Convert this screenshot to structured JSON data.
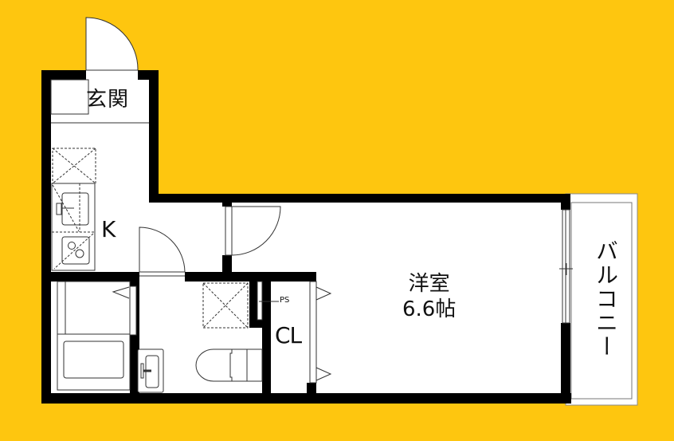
{
  "floorplan": {
    "background_color": "#FEC60F",
    "wall_color": "#000000",
    "floor_color": "#FFFFFF",
    "rooms": {
      "entrance": {
        "label": "玄関"
      },
      "kitchen": {
        "label": "K"
      },
      "closet": {
        "label": "CL"
      },
      "pipe_space": {
        "label": "PS"
      },
      "western_room": {
        "label": "洋室",
        "size": "6.6帖"
      },
      "balcony": {
        "label": "バルコニー"
      }
    },
    "fixtures": [
      "front-door",
      "refrigerator-space",
      "kitchen-sink",
      "two-burner-stove",
      "bathtub",
      "washbasin",
      "toilet",
      "washing-machine-space",
      "interior-door-kitchen-bath",
      "interior-door-kitchen-room",
      "balcony-window",
      "closet-doors"
    ]
  }
}
